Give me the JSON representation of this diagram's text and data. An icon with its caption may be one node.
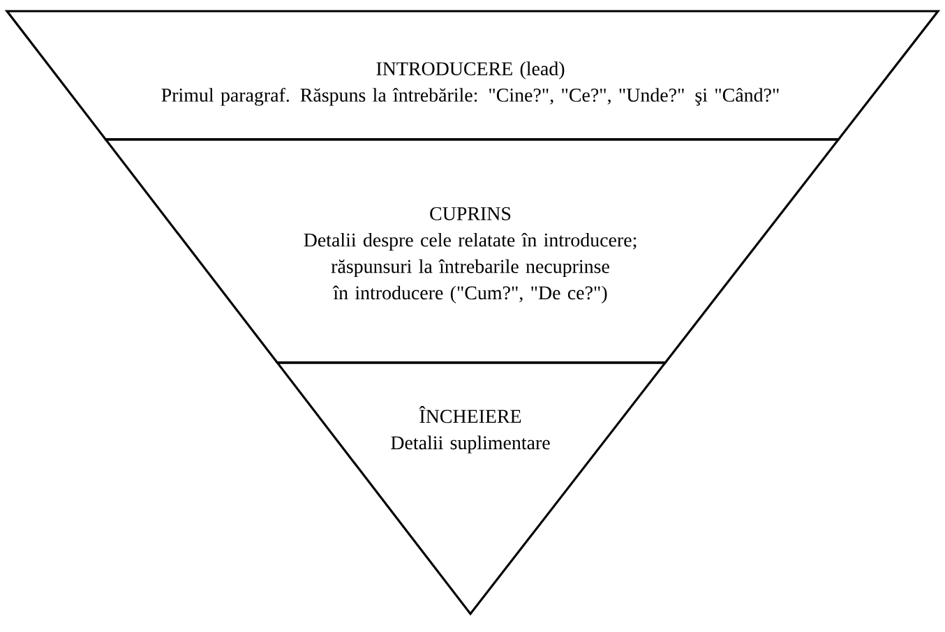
{
  "diagram": {
    "nodes": [
      {
        "text": [
          "INTRODUCERE (lead)",
          "Primul paragraf. Răspuns la întrebările: \"Cine?\", \"Ce?\", \"Unde?\" şi \"Când?\""
        ]
      },
      {
        "text": [
          "CUPRINS",
          "Detalii despre cele relatate în introducere; răspunsuri la întrebarile necuprinse în introducere (\"Cum?\", \"De ce?\")"
        ]
      },
      {
        "text": [
          "ÎNCHEIERE",
          "Detalii suplimentare"
        ]
      }
    ]
  }
}
